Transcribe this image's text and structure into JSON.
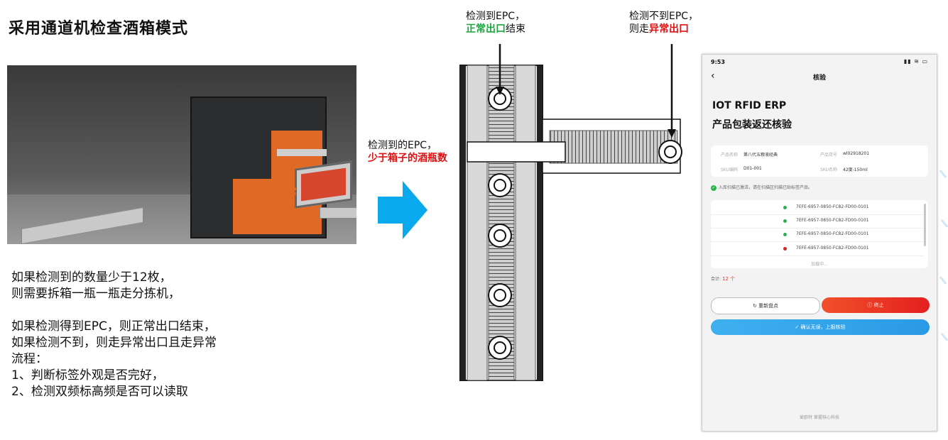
{
  "slide": {
    "title": "采用通道机检查酒箱模式"
  },
  "description": {
    "lines": [
      "如果检测到的数量少于12枚，",
      "则需要拆箱一瓶一瓶走分拣机，",
      "",
      "如果检测得到EPC，则正常出口结束，",
      "如果检测不到，则走异常出口且走异常",
      "流程：",
      "1、判断标签外观是否完好，",
      "2、检测双频标高频是否可以读取"
    ]
  },
  "diagram": {
    "top_left_label_1": "检测到EPC，",
    "top_left_label_2_green": "正常出口",
    "top_left_label_2_rest": "结束",
    "top_right_label_1": "检测不到EPC，",
    "top_right_label_2_prefix": "则走",
    "top_right_label_2_red": "异常出口",
    "side_label_1": "检测到的EPC，",
    "side_label_2_red": "少于箱子的酒瓶数"
  },
  "colors": {
    "accent_green": "#1aa83d",
    "accent_red": "#e01010",
    "arrow_blue": "#0aa8ec"
  },
  "phone": {
    "status_time": "9:53",
    "nav_title": "核验",
    "heading_1": "IOT RFID ERP",
    "heading_2": "产品包装返还核验",
    "info": {
      "product_name_label": "产品名称",
      "product_name_value": "第八代五粮液经典",
      "product_code_label": "产品货号",
      "product_code_value": "wl02918201",
      "sku_code_label": "SKU编码",
      "sku_code_value": "D01-001",
      "sku_name_label": "SKU名称",
      "sku_name_value": "42度-150ml"
    },
    "notice": "入库扫描已激活，请在扫描区扫描已贴标签产品。",
    "epc_rows": [
      {
        "code": "7EFE-6957-0850-FC82-FD00-0101",
        "status": "ok"
      },
      {
        "code": "7EFE-6957-0850-FC82-FD00-0101",
        "status": "ok"
      },
      {
        "code": "7EFE-6957-0850-FC82-FD00-0101",
        "status": "ok"
      },
      {
        "code": "7EFE-6957-0850-FC82-FD00-0101",
        "status": "error"
      }
    ],
    "loading_text": "加载中...",
    "total_label": "合计:",
    "total_count": "12 个",
    "recount_button": "重新盘点",
    "stop_button": "终止",
    "confirm_button": "确认无误，上报核验",
    "footer": "爱欧特 掌握核心科技"
  }
}
